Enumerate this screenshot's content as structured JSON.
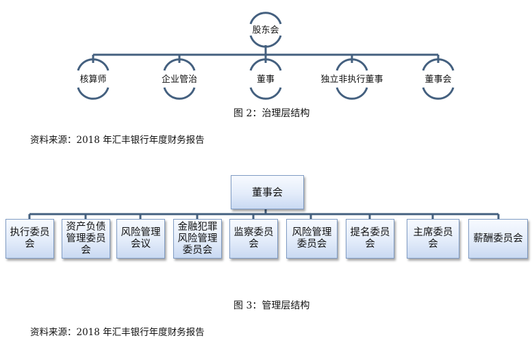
{
  "governance": {
    "top": "股东会",
    "children": [
      "核算师",
      "企业管治",
      "董事",
      "独立非执行董事",
      "董事会"
    ],
    "caption": "图 2：治理层结构",
    "source": "资料来源：2018 年汇丰银行年度财务报告"
  },
  "management": {
    "top": "董事会",
    "children": [
      "执行委员会",
      "资产负债管理委员会",
      "风险管理会议",
      "金融犯罪风险管理委员会",
      "监察委员会",
      "风险管理委员会",
      "提名委员会",
      "主席委员会",
      "薪酬委员会"
    ],
    "caption": "图 3：管理层结构",
    "source": "资料来源：2018 年汇丰银行年度财务报告"
  },
  "colors": {
    "connector": "#44607f",
    "box_border": "#7f9bc3",
    "box_fill": "#dbe6f7"
  }
}
